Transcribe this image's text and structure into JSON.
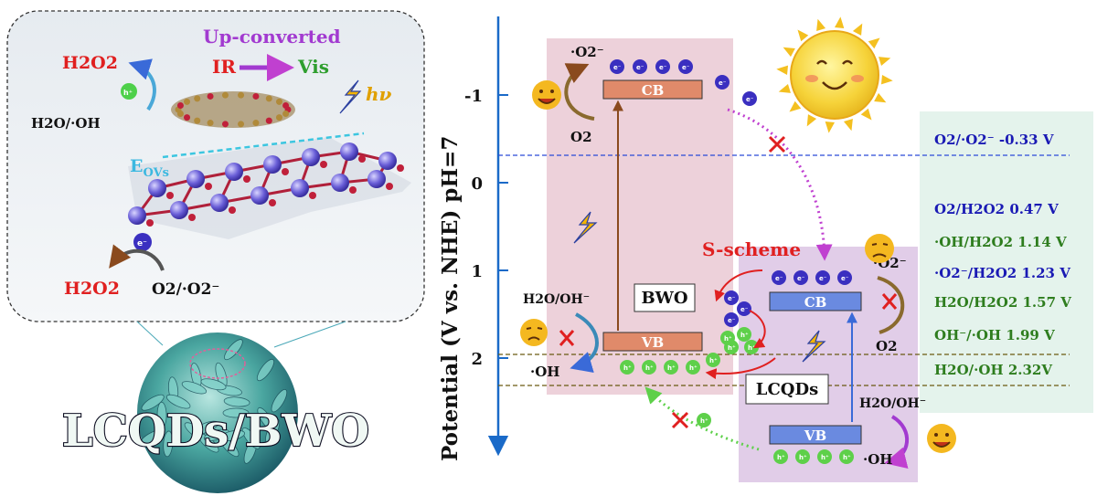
{
  "left_panel": {
    "title": "LCQDs/BWO",
    "up_converted": "Up-converted",
    "ir": "IR",
    "vis": "Vis",
    "hv": "hν",
    "eovs": "EOVs",
    "h2o2_top": "H2O2",
    "h2o_oh": "H2O/·OH",
    "h2o2_bottom": "H2O2",
    "o2_o2minus": "O2/·O2⁻",
    "hole": "h⁺",
    "electron": "e⁻"
  },
  "energy_diagram": {
    "y_axis_label": "Potential (V vs. NHE) pH=7",
    "ticks": [
      "-1",
      "0",
      "1",
      "2"
    ],
    "bwo_label": "BWO",
    "lcqds_label": "LCQDs",
    "cb": "CB",
    "vb": "VB",
    "s_scheme": "S-scheme",
    "o2_minus_top": "·O2⁻",
    "o2_top": "O2",
    "h2o_oh_minus": "H2O/OH⁻",
    "oh_bwo": "·OH",
    "o2_minus_right": "·O2⁻",
    "o2_right": "O2",
    "h2o_oh_minus_right": "H2O/OH⁻",
    "oh_right": "·OH",
    "electron": "e⁻",
    "hole": "h⁺"
  },
  "potentials": [
    {
      "text": "O2/·O2⁻  -0.33 V",
      "value": -0.33,
      "color": "#1a1ab4"
    },
    {
      "text": "O2/H2O2 0.47 V",
      "value": 0.47,
      "color": "#1a1ab4"
    },
    {
      "text": "·OH/H2O2 1.14 V",
      "value": 1.14,
      "color": "#2e7d1e"
    },
    {
      "text": "·O2⁻/H2O2  1.23 V",
      "value": 1.23,
      "color": "#1a1ab4"
    },
    {
      "text": "H2O/H2O2 1.57 V",
      "value": 1.57,
      "color": "#2e7d1e"
    },
    {
      "text": "OH⁻/·OH 1.99 V",
      "value": 1.99,
      "color": "#2e7d1e"
    },
    {
      "text": "H2O/·OH 2.32V",
      "value": 2.32,
      "color": "#2e7d1e"
    }
  ]
}
